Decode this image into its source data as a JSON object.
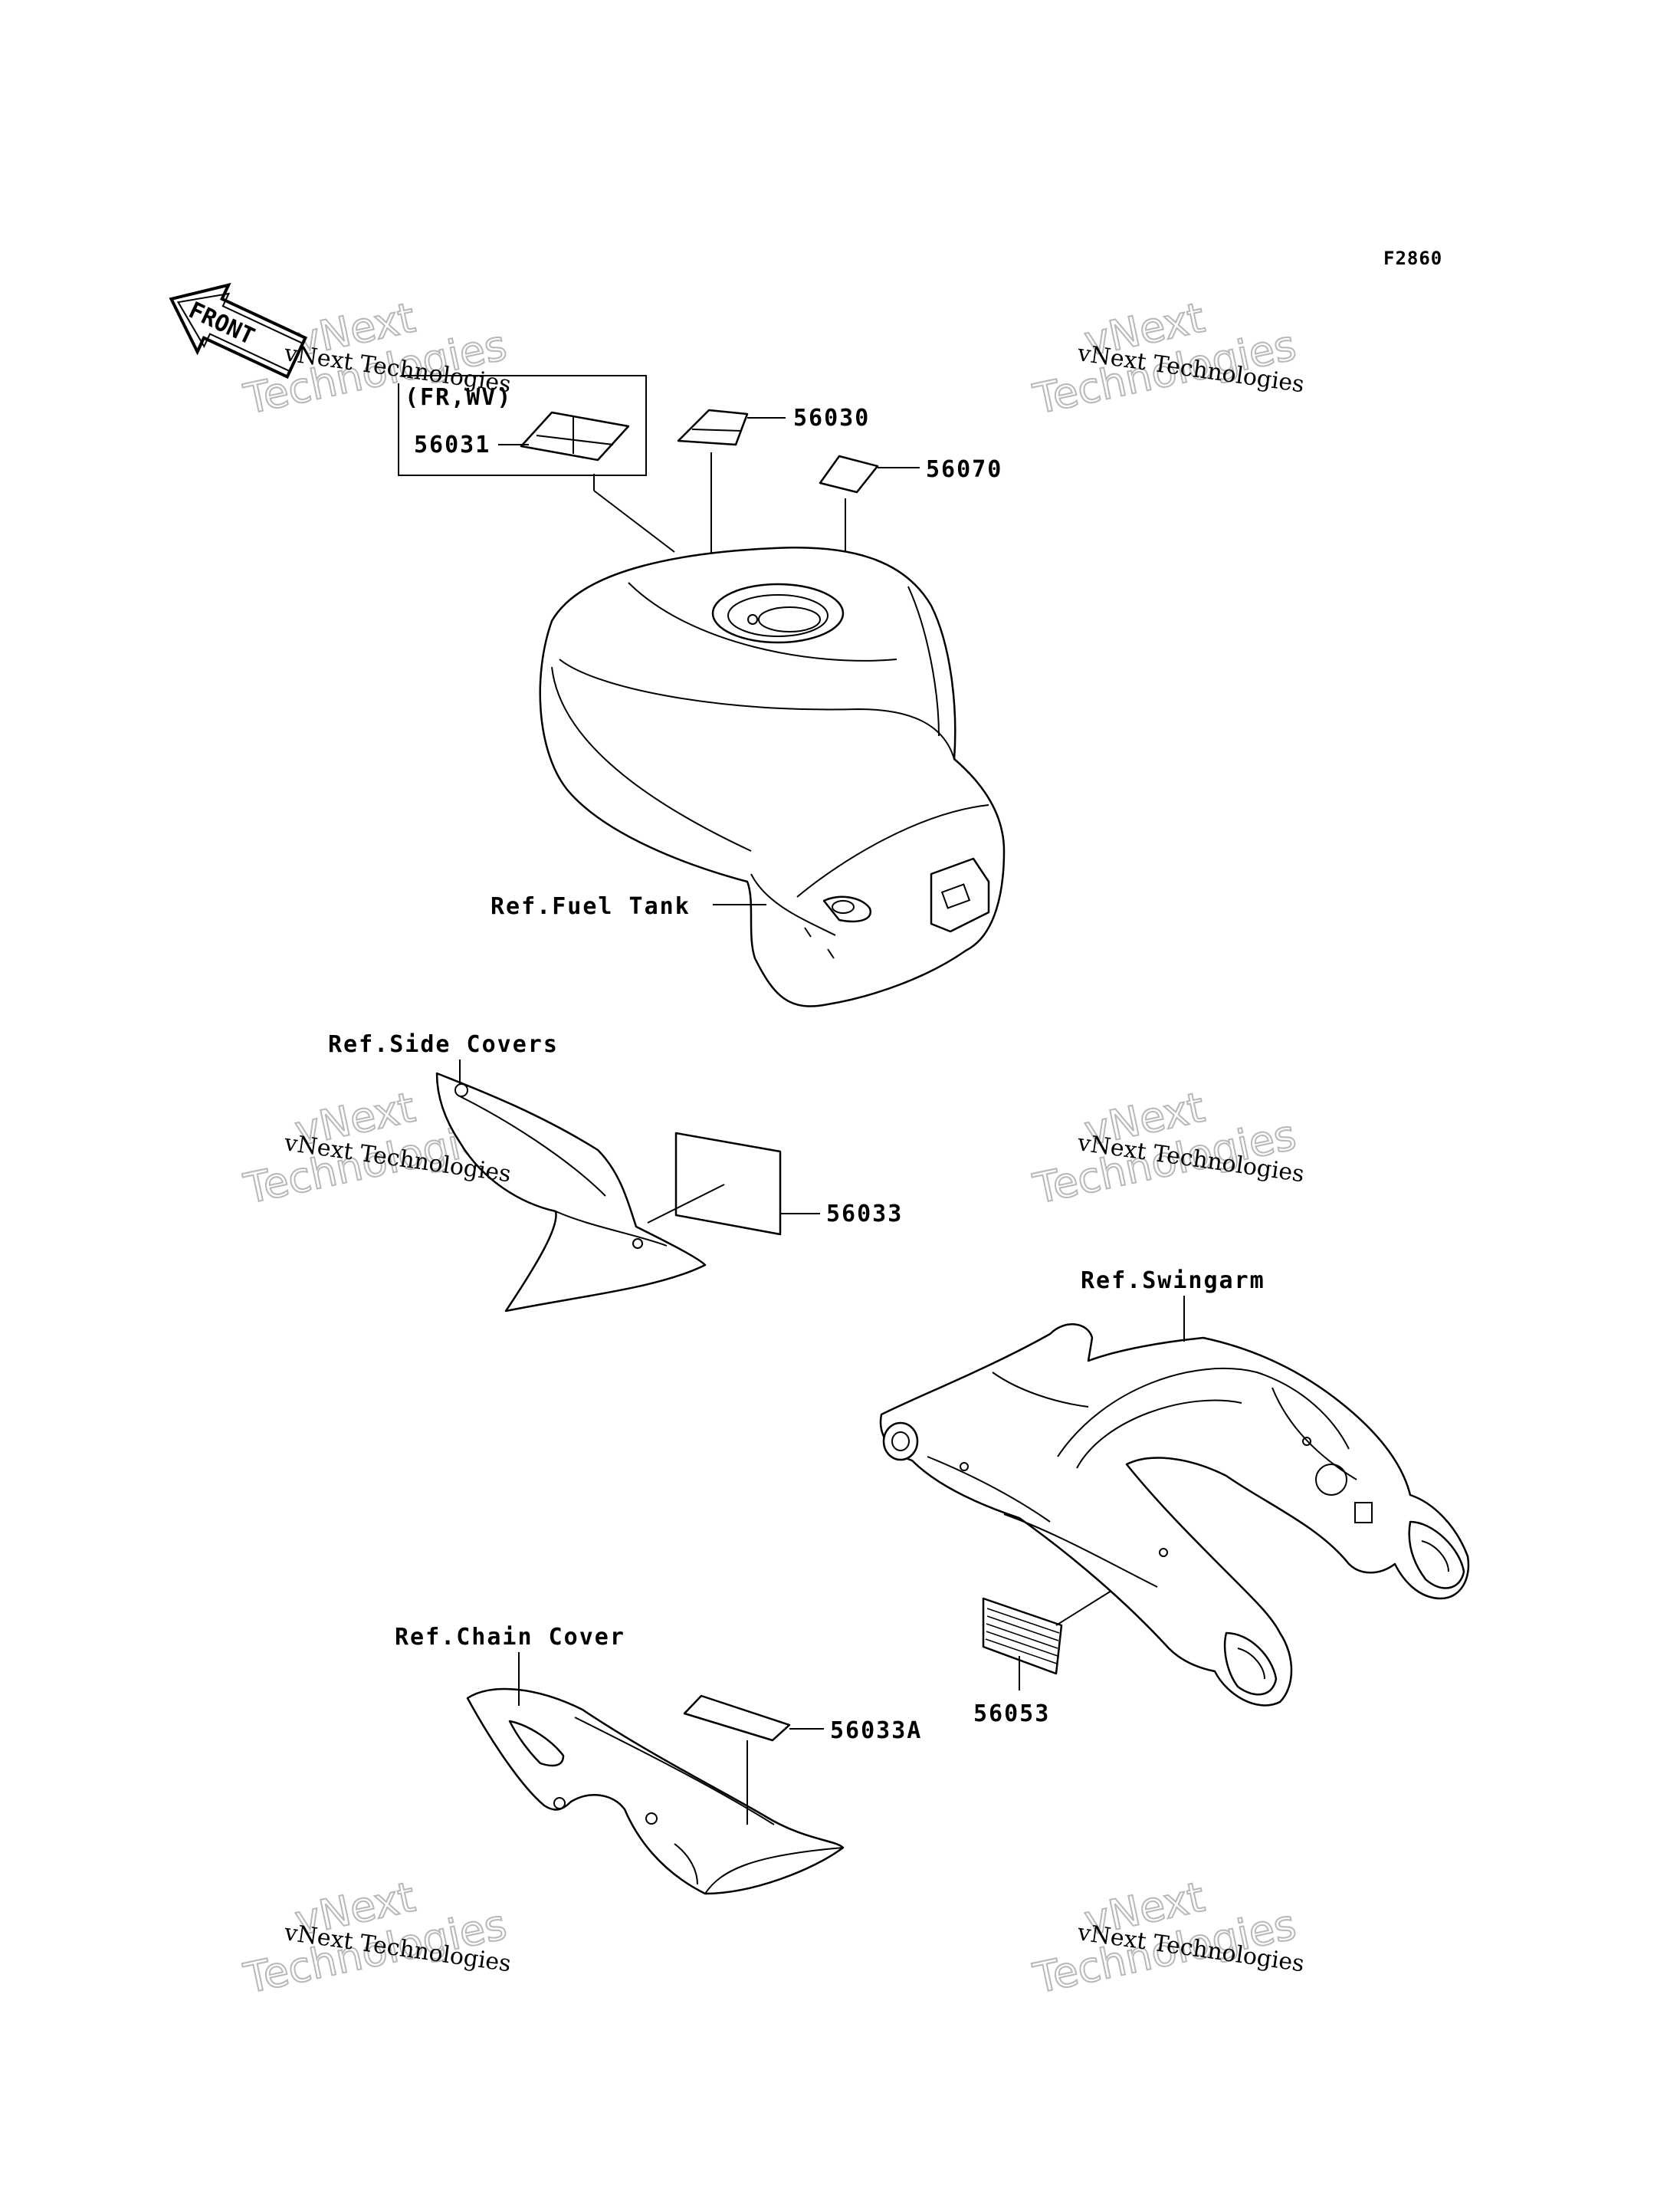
{
  "figure_code": "F2860",
  "front_arrow": {
    "text": "FRONT",
    "icon": "front-arrow-icon"
  },
  "labels": {
    "p56031": "56031",
    "p56031_note": "(FR,WV)",
    "p56030": "56030",
    "p56070": "56070",
    "ref_fuel_tank": "Ref.Fuel Tank",
    "ref_side_covers": "Ref.Side Covers",
    "p56033": "56033",
    "ref_swingarm": "Ref.Swingarm",
    "ref_chain_cover": "Ref.Chain Cover",
    "p56033a": "56033A",
    "p56053": "56053"
  },
  "watermarks": [
    {
      "small": "vNext Technologies",
      "big_top": "vNext",
      "big_bottom": "Technologies"
    },
    {
      "small": "vNext Technologies",
      "big_top": "vNext",
      "big_bottom": "Technologies"
    },
    {
      "small": "vNext Technologies",
      "big_top": "vNext",
      "big_bottom": "Technologies"
    },
    {
      "small": "vNext Technologies",
      "big_top": "vNext",
      "big_bottom": "Technologies"
    },
    {
      "small": "vNext Technologies",
      "big_top": "vNext",
      "big_bottom": "Technologies"
    },
    {
      "small": "vNext Technologies",
      "big_top": "vNext",
      "big_bottom": "Technologies"
    }
  ]
}
